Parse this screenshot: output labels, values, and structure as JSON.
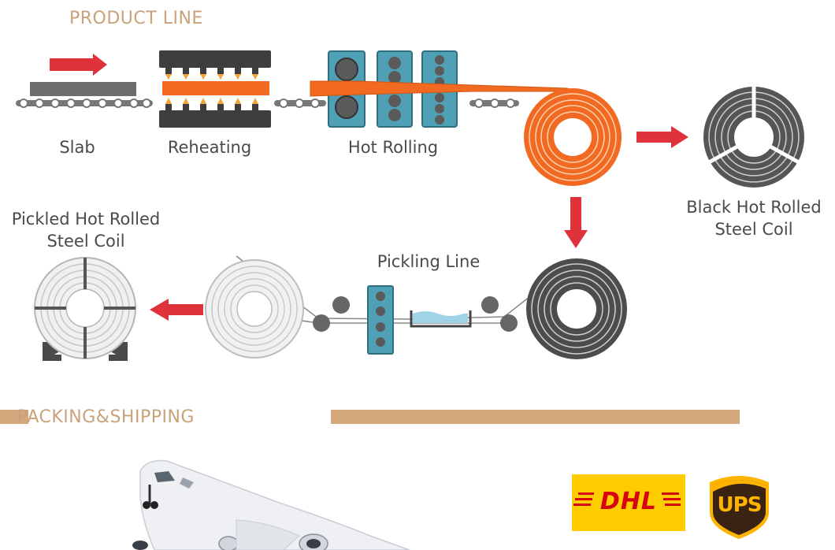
{
  "sections": {
    "product_line": "PRODUCT LINE",
    "packing_shipping": "PACKING&SHIPPING"
  },
  "steps": {
    "slab": "Slab",
    "reheating": "Reheating",
    "hot_rolling": "Hot Rolling",
    "black_coil_line1": "Black Hot Rolled",
    "black_coil_line2": "Steel Coil",
    "pickling_line": "Pickling Line",
    "pickled_coil_line1": "Pickled Hot Rolled",
    "pickled_coil_line2": "Steel Coil"
  },
  "logos": {
    "dhl": "DHL",
    "ups": "UPS"
  },
  "colors": {
    "accent": "#c9a27a",
    "arrow": "#e0323a",
    "hot_steel": "#f26a21",
    "roll_stand": "#4f9fb5",
    "dark": "#3a3a3a",
    "dhl_yellow": "#ffcc00",
    "dhl_red": "#d40511",
    "ups_brown": "#3b2314",
    "ups_gold": "#ffb500"
  },
  "icons": [
    "slab-icon",
    "furnace-icon",
    "rolling-mill-icon",
    "hot-coil-icon",
    "black-coil-icon",
    "pickling-tank-icon",
    "pickled-coil-icon",
    "airplane-icon",
    "dhl-logo",
    "ups-logo"
  ]
}
